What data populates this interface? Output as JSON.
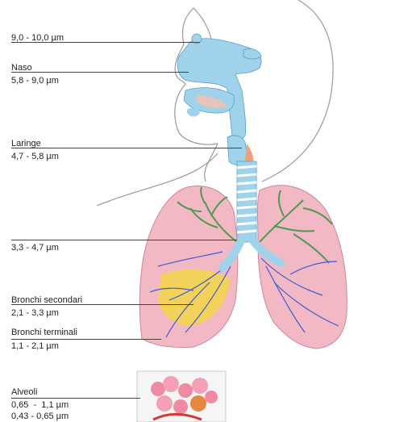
{
  "labels": {
    "nose_top": {
      "range": "9,0 - 10,0 µm"
    },
    "naso": {
      "name": "Naso",
      "range": "5,8 - 9,0 µm"
    },
    "laringe": {
      "name": "Laringe",
      "range": "4,7 - 5,8 µm"
    },
    "trachea": {
      "range": "3,3 - 4,7 µm"
    },
    "bronchi_secondari": {
      "name": "Bronchi secondari",
      "range": "2,1 - 3,3 µm"
    },
    "bronchi_terminali": {
      "name": "Bronchi terminali",
      "range": "1,1 - 2,1 µm"
    },
    "alveoli": {
      "name": "Alveoli",
      "range1": "0,65  -  1,1 µm",
      "range2": "0,43 - 0,65 µm"
    }
  },
  "colors": {
    "airway_blue": "#9fd3ec",
    "lung_pink": "#f2b8c4",
    "bronchi_green": "#4f9a52",
    "bronchi_yellow": "#f3d64a",
    "vessel_blue": "#3b5bd1"
  }
}
